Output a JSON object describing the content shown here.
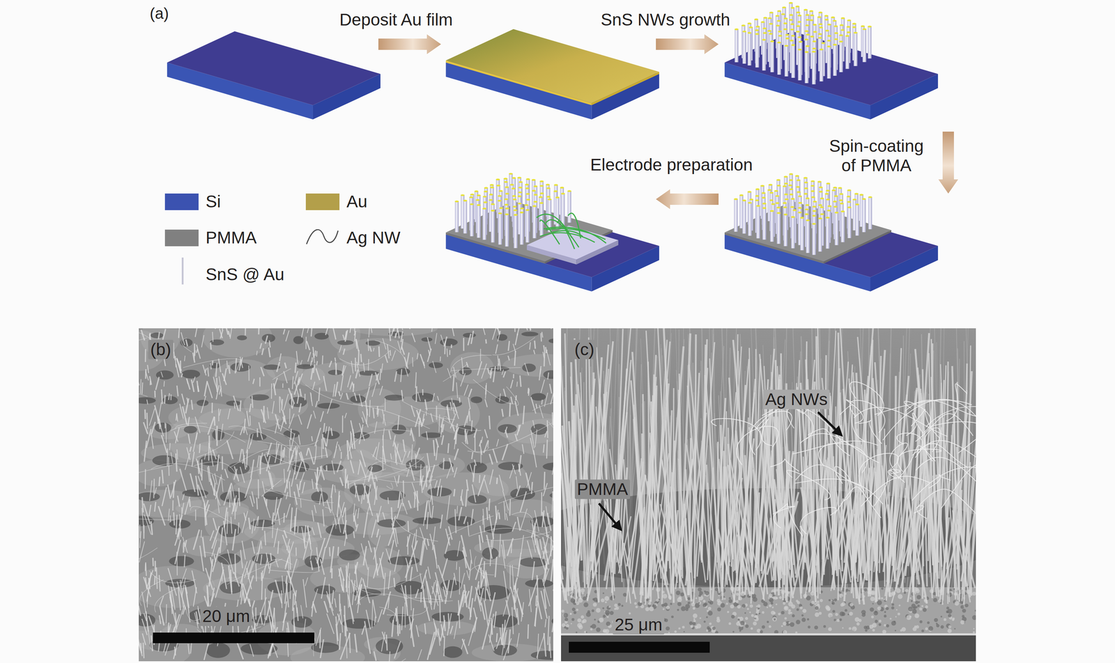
{
  "diagram": {
    "labels": [
      "(a)",
      "Deposit Au film",
      "SnS NWs growth",
      "Spin-coating of PMMA",
      "Electrode preparation",
      "(b)",
      "20 μm",
      "(c)",
      "Ag NWs",
      "PMMA",
      "25 μm"
    ],
    "legend": [
      {
        "text": "Si",
        "color": "#3b52b0"
      },
      {
        "text": "Au",
        "color": "#b39f4a"
      },
      {
        "text": "PMMA",
        "color": "#808080"
      },
      {
        "text": "Ag NW"
      },
      {
        "text": "SnS @ Au"
      }
    ]
  }
}
